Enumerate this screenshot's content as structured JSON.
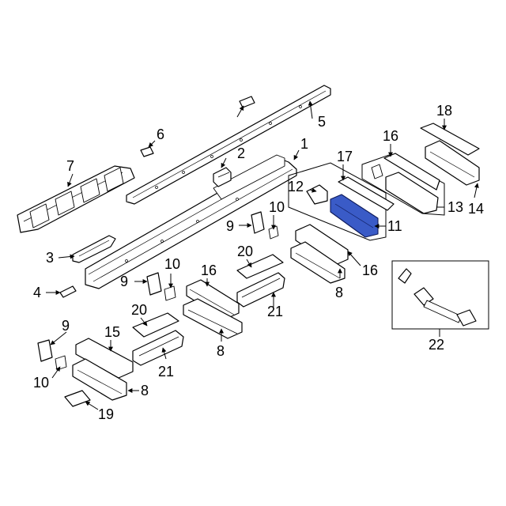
{
  "diagram": {
    "callouts": [
      "1",
      "2",
      "3",
      "4",
      "5",
      "6",
      "7",
      "8",
      "8",
      "8",
      "8",
      "9",
      "9",
      "9",
      "10",
      "10",
      "10",
      "11",
      "12",
      "13",
      "14",
      "15",
      "16",
      "16",
      "16",
      "17",
      "18",
      "19",
      "20",
      "20",
      "21",
      "21",
      "22"
    ],
    "highlight_color": "#3a5bc7"
  }
}
